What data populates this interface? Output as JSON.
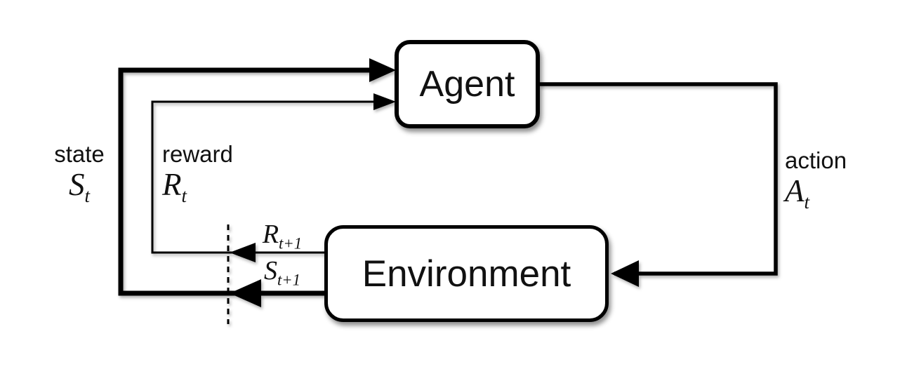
{
  "boxes": {
    "agent": "Agent",
    "environment": "Environment"
  },
  "labels": {
    "state": {
      "word": "state",
      "symbol": "S",
      "subscript": "t"
    },
    "reward": {
      "word": "reward",
      "symbol": "R",
      "subscript": "t"
    },
    "action": {
      "word": "action",
      "symbol": "A",
      "subscript": "t"
    },
    "next_reward": {
      "symbol": "R",
      "subscript": "t+1"
    },
    "next_state": {
      "symbol": "S",
      "subscript": "t+1"
    }
  },
  "colors": {
    "line": "#000000",
    "box_fill": "#ffffff",
    "background": "#ffffff",
    "text": "#111111"
  }
}
